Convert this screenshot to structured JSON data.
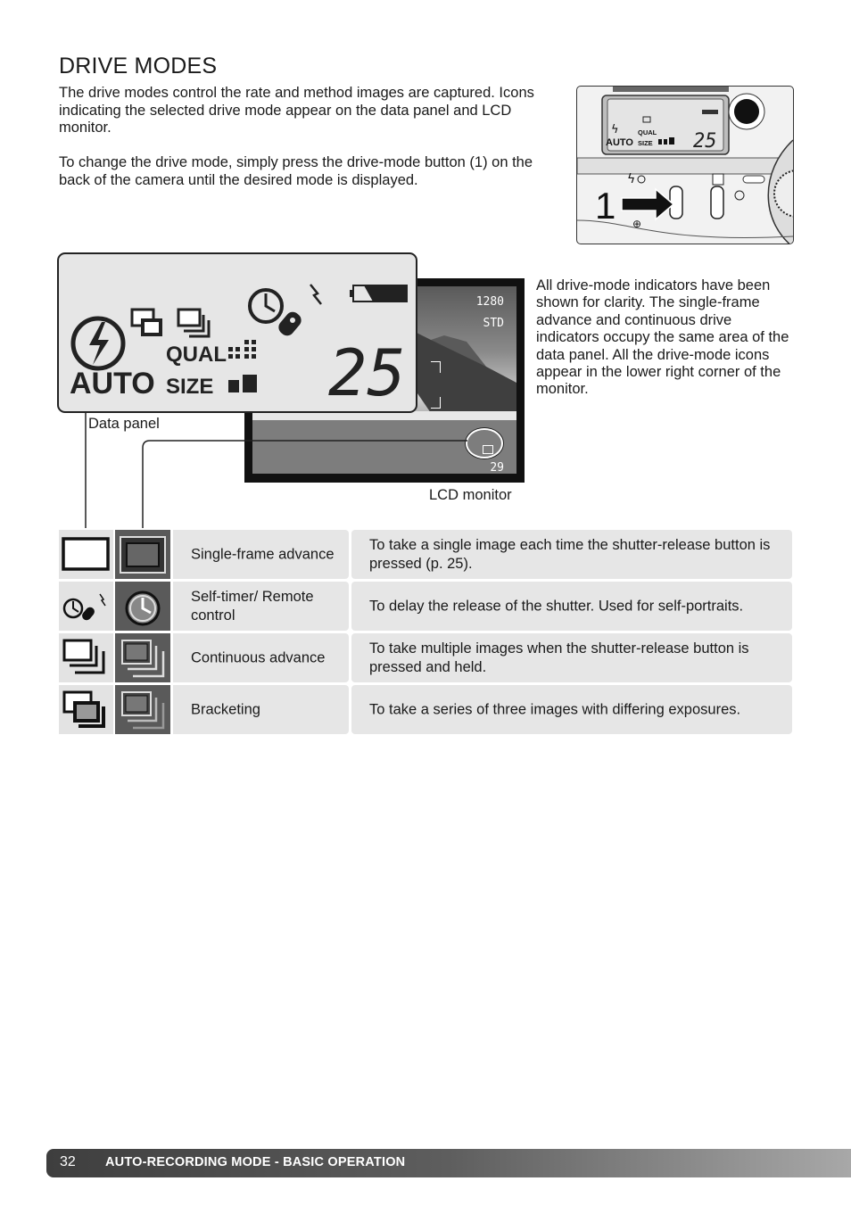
{
  "heading": "DRIVE MODES",
  "intro": "The drive modes control the rate and method images are captured. Icons indicating the selected drive mode appear on the data panel and LCD monitor.",
  "instruction": "To change the drive mode, simply press the drive-mode button (1) on the back of the camera until the desired mode is displayed.",
  "side_note": "All drive-mode indicators have been shown for clarity. The single-frame advance and continuous drive indicators occupy the same area of the data panel. All the drive-mode icons appear in the lower right corner of the monitor.",
  "camera": {
    "callout": "1",
    "lcd_auto": "AUTO",
    "lcd_qual": "QUAL",
    "lcd_size": "SIZE",
    "lcd_count": "25"
  },
  "data_panel": {
    "caption": "Data panel",
    "auto": "AUTO",
    "qual": "QUAL",
    "size": "SIZE",
    "count": "25"
  },
  "lcd_monitor": {
    "caption": "LCD monitor",
    "resolution": "1280",
    "quality": "STD",
    "frames": "29"
  },
  "modes": [
    {
      "name": "Single-frame advance",
      "description": "To take a single image each time the shutter-release button is pressed (p. 25).",
      "icon": "single-frame-icon"
    },
    {
      "name": "Self-timer/ Remote control",
      "description": "To delay the release of the shutter. Used for self-portraits.",
      "icon": "self-timer-icon"
    },
    {
      "name": "Continuous advance",
      "description": "To take multiple images when the shutter-release button is pressed and held.",
      "icon": "continuous-icon"
    },
    {
      "name": "Bracketing",
      "description": "To take a series of three images with differing exposures.",
      "icon": "bracketing-icon"
    }
  ],
  "footer": {
    "page_number": "32",
    "section": "AUTO-RECORDING MODE - BASIC OPERATION"
  }
}
